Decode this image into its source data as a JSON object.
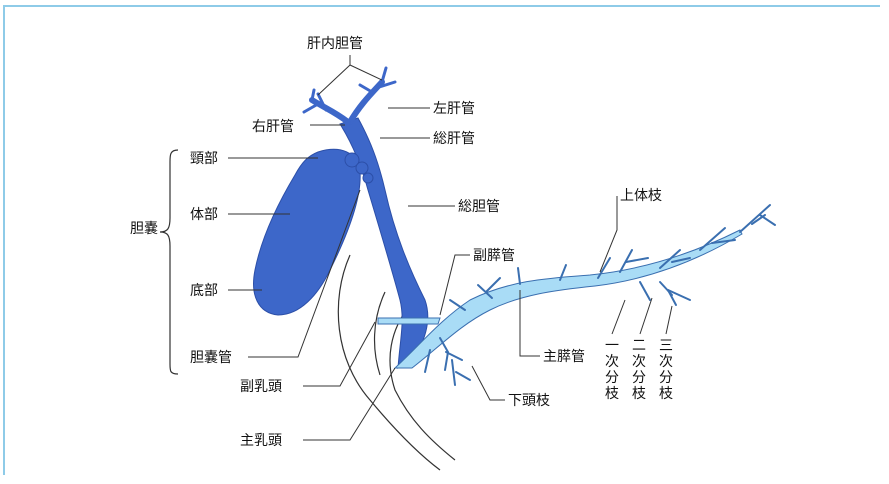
{
  "colors": {
    "frame": "#8ecbe8",
    "bile": "#3d67c9",
    "bile_dark": "#2c4fa8",
    "pancreatic": "#a9dcf6",
    "line": "#333333"
  },
  "labels": {
    "intrahepatic_duct": "肝内胆管",
    "left_hepatic_duct": "左肝管",
    "right_hepatic_duct": "右肝管",
    "common_hepatic_duct": "総肝管",
    "neck": "頸部",
    "body": "体部",
    "fundus": "底部",
    "gallbladder": "胆嚢",
    "cystic_duct": "胆嚢管",
    "common_bile_duct": "総胆管",
    "accessory_pancreatic_duct": "副膵管",
    "main_pancreatic_duct": "主膵管",
    "superior_body_branch": "上体枝",
    "inferior_head_branch": "下頭枝",
    "minor_papilla": "副乳頭",
    "major_papilla": "主乳頭",
    "primary_branch": [
      "一",
      "次",
      "分",
      "枝"
    ],
    "secondary_branch": [
      "二",
      "次",
      "分",
      "枝"
    ],
    "tertiary_branch": [
      "三",
      "次",
      "分",
      "枝"
    ]
  },
  "icons": [
    "brace-icon"
  ]
}
